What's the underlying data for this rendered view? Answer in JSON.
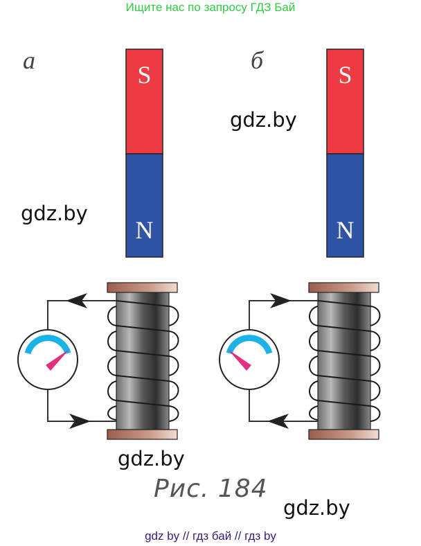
{
  "banner": "Ищите нас по запросу ГДЗ Бай",
  "panels": [
    {
      "label": "а",
      "magnet_top": "S",
      "magnet_bottom": "N"
    },
    {
      "label": "б",
      "magnet_top": "S",
      "magnet_bottom": "N"
    }
  ],
  "watermarks": [
    "gdz.by",
    "gdz.by",
    "gdz.by",
    "gdz.by"
  ],
  "caption": "Рис. 184",
  "footer": "gdz by  //  гдз бай  //  гдз by",
  "colors": {
    "south_pole": "#ee3a43",
    "north_pole": "#2f54a5",
    "gauge_arc": "#1ab3e8",
    "needle": "#e0307e",
    "coil_flange": "#b07a6a",
    "banner": "#2ecc40",
    "footer": "#3a1a7a"
  }
}
